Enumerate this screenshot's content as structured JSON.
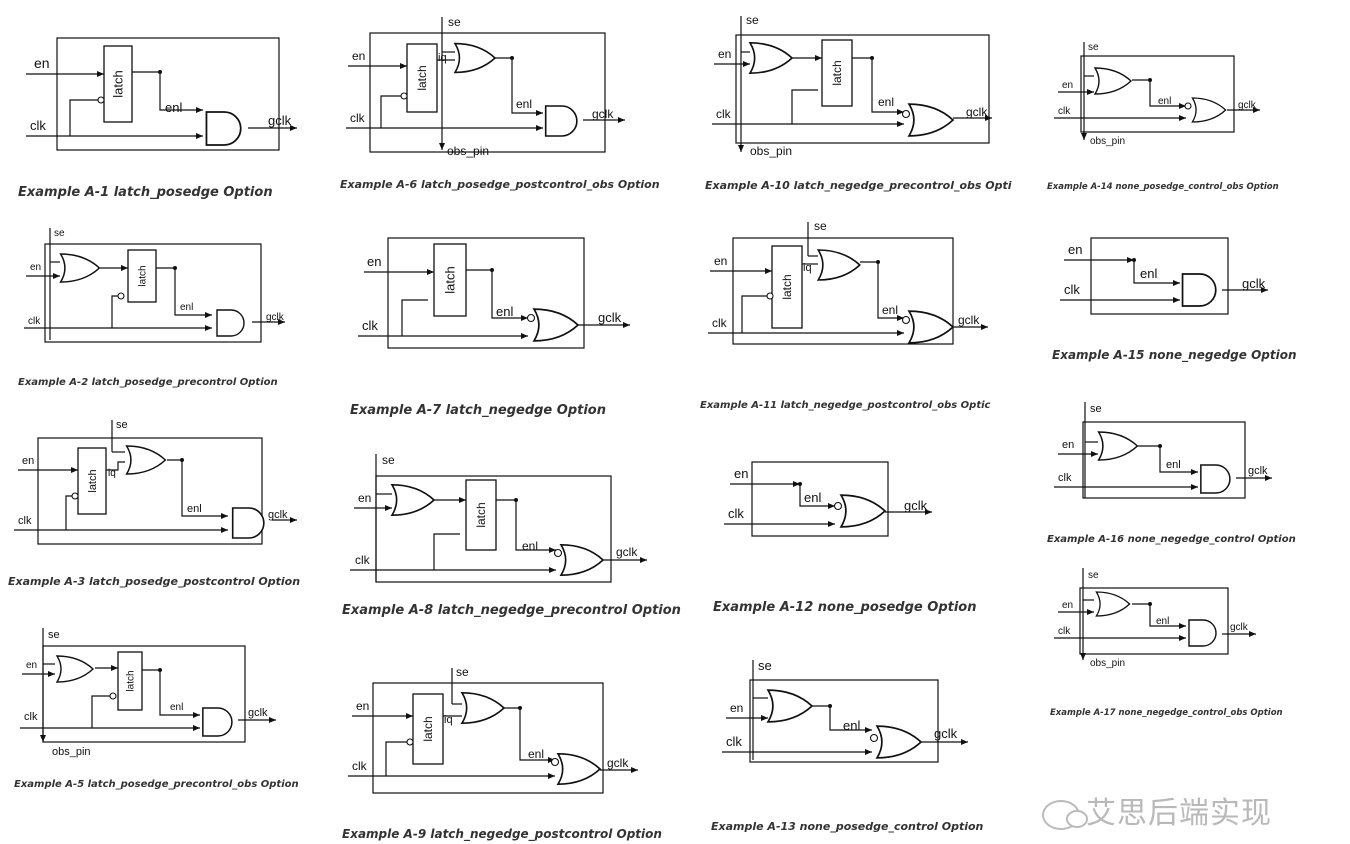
{
  "labels": {
    "en": "en",
    "clk": "clk",
    "gclk": "gclk",
    "enl": "enl",
    "se": "se",
    "latch": "latch",
    "iq": "iq",
    "obs_pin": "obs_pin"
  },
  "captions": {
    "a1": "Example A-1   latch_posedge Option",
    "a2": "Example A-2   latch_posedge_precontrol Option",
    "a3": "Example A-3   latch_posedge_postcontrol Option",
    "a5": "Example A-5   latch_posedge_precontrol_obs Option",
    "a6": "Example A-6   latch_posedge_postcontrol_obs Option",
    "a7": "Example A-7   latch_negedge Option",
    "a8": "Example A-8   latch_negedge_precontrol Option",
    "a9": "Example A-9   latch_negedge_postcontrol Option",
    "a10": "Example A-10   latch_negedge_precontrol_obs Opti",
    "a11": "Example A-11   latch_negedge_postcontrol_obs Optic",
    "a12": "Example A-12   none_posedge Option",
    "a13": "Example A-13   none_posedge_control Option",
    "a14": "Example A-14   none_posedge_control_obs Option",
    "a15": "Example A-15   none_negedge Option",
    "a16": "Example A-16   none_negedge_control Option",
    "a17": "Example A-17   none_negedge_control_obs Option"
  },
  "watermark": "艾思后端实现"
}
